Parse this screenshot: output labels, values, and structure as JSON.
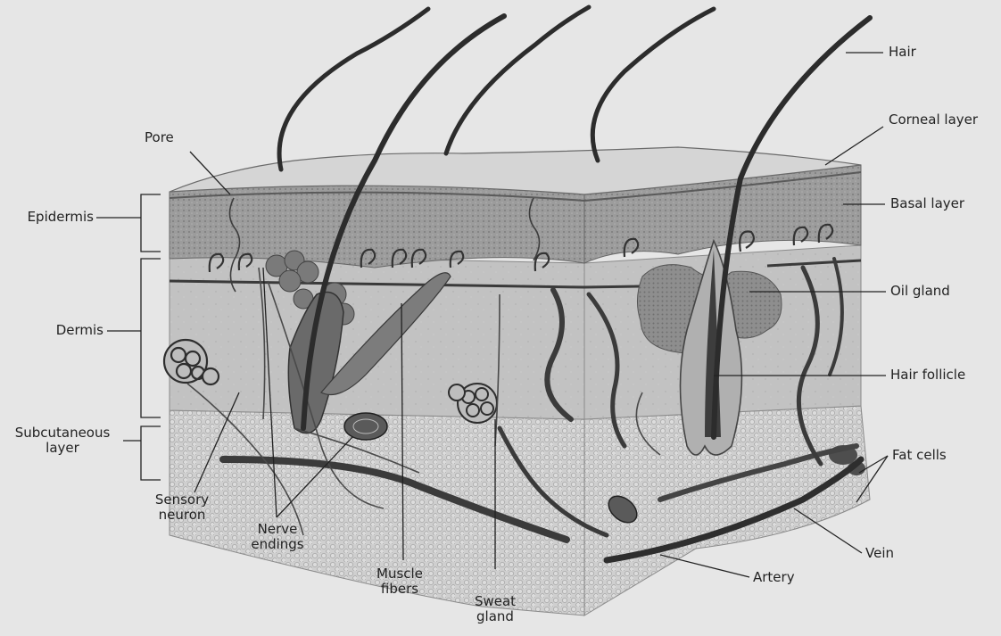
{
  "diagram": {
    "labels": {
      "hair": "Hair",
      "corneal_layer": "Corneal layer",
      "basal_layer": "Basal layer",
      "oil_gland": "Oil gland",
      "hair_follicle": "Hair follicle",
      "fat_cells": "Fat cells",
      "vein": "Vein",
      "artery": "Artery",
      "pore": "Pore",
      "epidermis": "Epidermis",
      "dermis": "Dermis",
      "subcutaneous_layer": "Subcutaneous\nlayer",
      "sensory_neuron": "Sensory\nneuron",
      "nerve_endings": "Nerve\nendings",
      "muscle_fibers": "Muscle\nfibers",
      "sweat_gland": "Sweat\ngland"
    }
  }
}
